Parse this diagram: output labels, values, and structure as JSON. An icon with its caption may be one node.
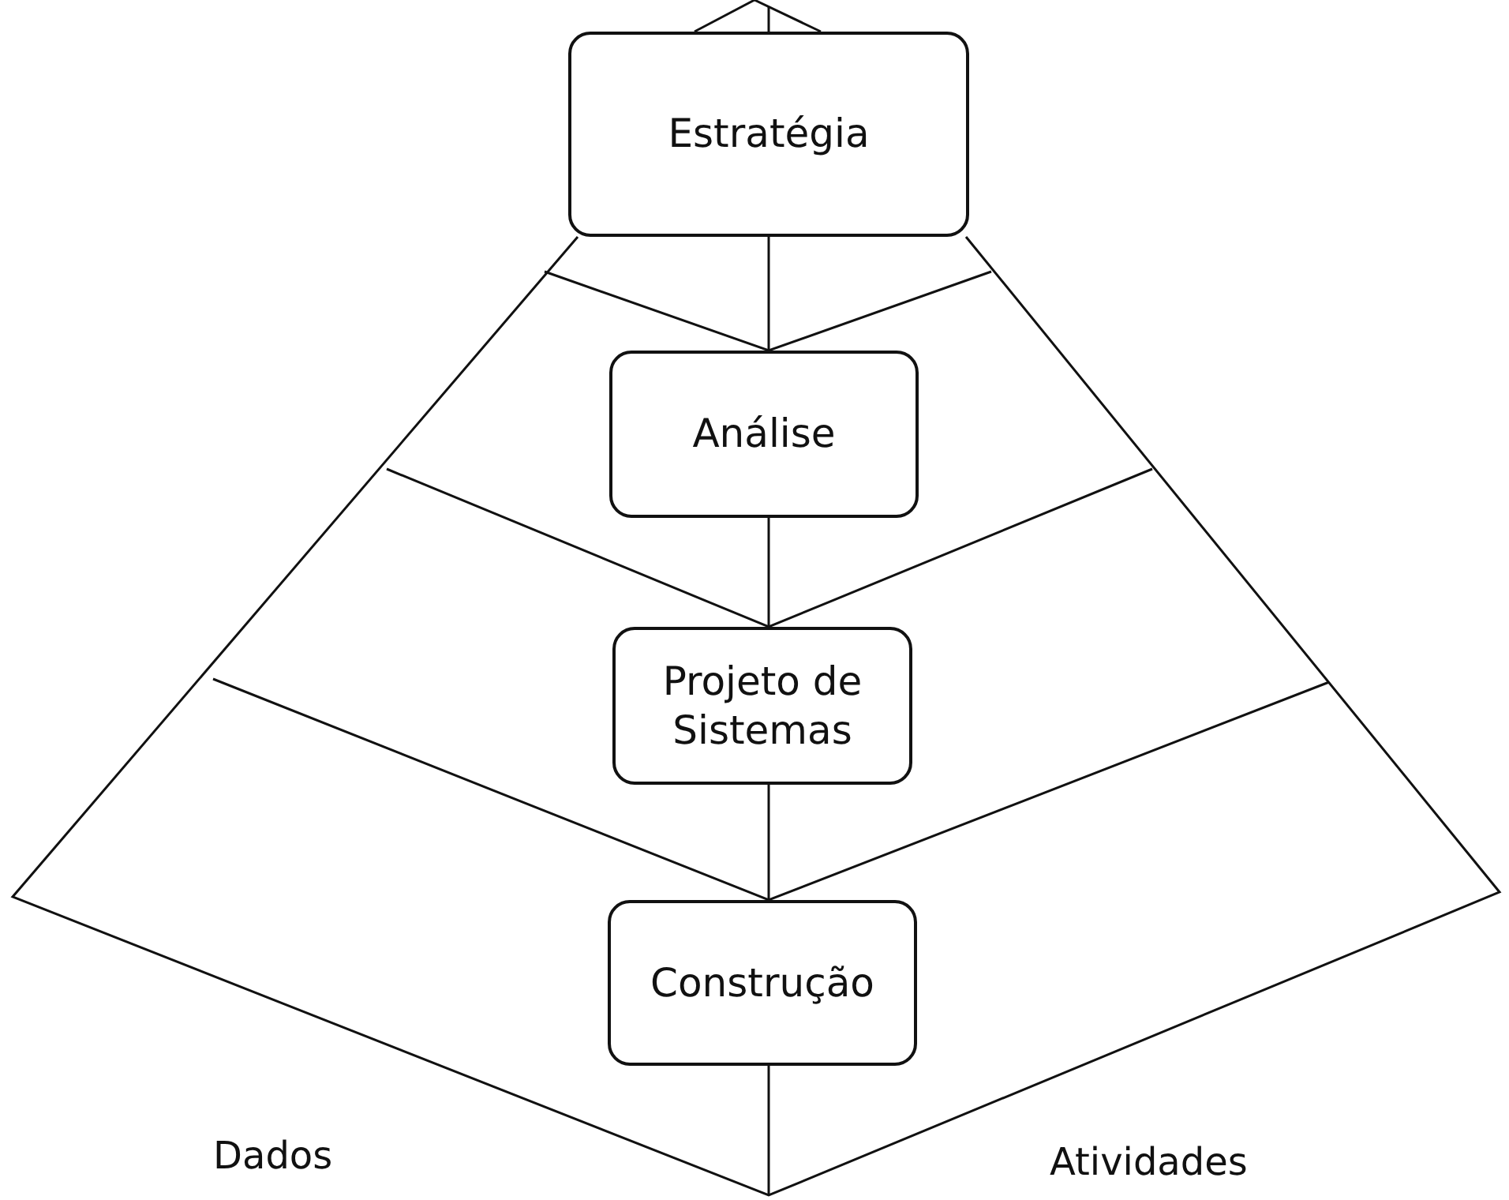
{
  "diagram": {
    "nodes": [
      {
        "text": [
          "Estratégia"
        ]
      },
      {
        "text": [
          "Análise"
        ]
      },
      {
        "text": [
          "Projeto de Sistemas"
        ]
      },
      {
        "text": [
          "Construção"
        ]
      }
    ],
    "edges": [
      {
        "from": 0,
        "to": 1,
        "arrow": "none"
      },
      {
        "from": 1,
        "to": 2,
        "arrow": "none"
      },
      {
        "from": 2,
        "to": 3,
        "arrow": "none"
      }
    ],
    "labels": [
      "Dados",
      "Atividades"
    ]
  }
}
